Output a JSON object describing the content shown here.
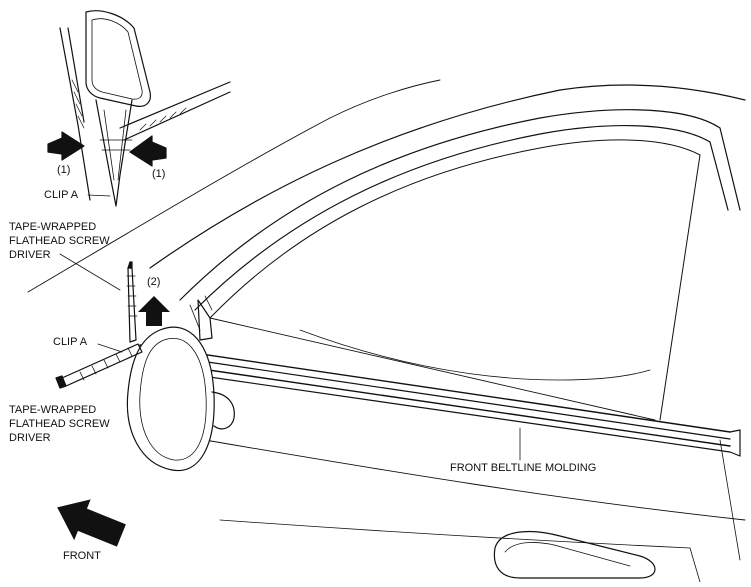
{
  "labels": {
    "step_1": "(1)",
    "step_2": "(2)",
    "clip_a": "CLIP A",
    "tool_lines": [
      "TAPE-WRAPPED",
      "FLATHEAD SCREW",
      "DRIVER"
    ],
    "molding": "FRONT BELTLINE MOLDING",
    "front": "FRONT"
  }
}
